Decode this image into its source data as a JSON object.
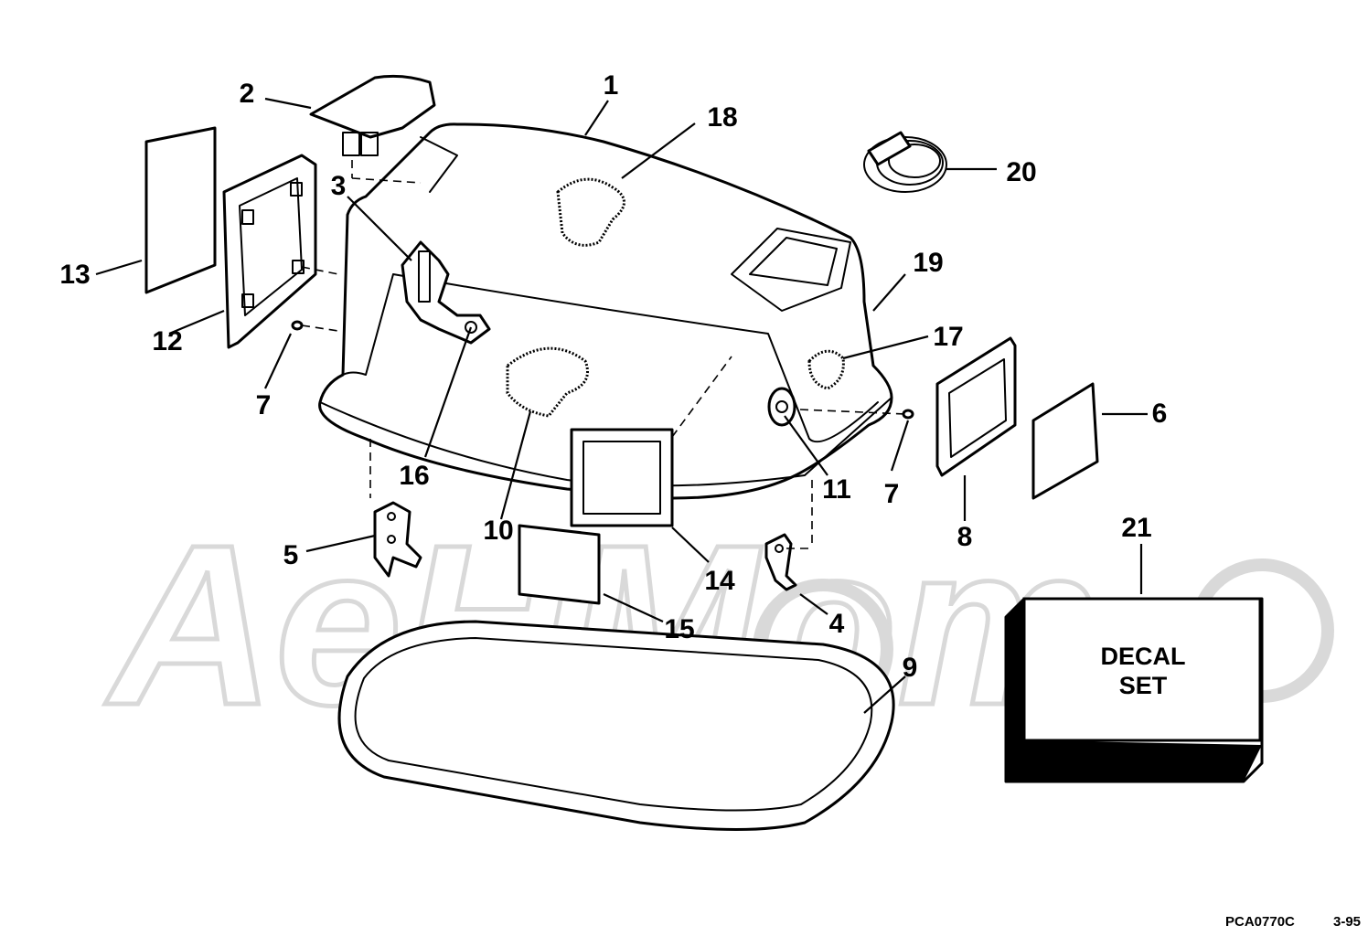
{
  "watermark": "AeHMom",
  "callouts": {
    "c1": "1",
    "c2": "2",
    "c3": "3",
    "c4": "4",
    "c5": "5",
    "c6": "6",
    "c7a": "7",
    "c7b": "7",
    "c8": "8",
    "c9": "9",
    "c10": "10",
    "c11": "11",
    "c12": "12",
    "c13": "13",
    "c14": "14",
    "c15": "15",
    "c16": "16",
    "c17": "17",
    "c18": "18",
    "c19": "19",
    "c20": "20",
    "c21": "21"
  },
  "decal_box": {
    "line1": "DECAL",
    "line2": "SET"
  },
  "footer": {
    "code": "PCA0770C",
    "date": "3-95"
  }
}
